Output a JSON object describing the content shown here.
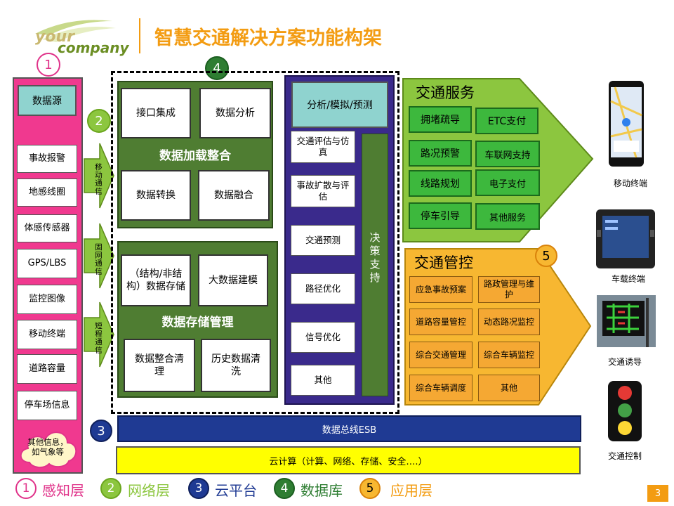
{
  "header": {
    "logo_line1": "your",
    "logo_line2": "company",
    "title": "智慧交通解决方案功能构架"
  },
  "perception": {
    "badge": "1",
    "source": "数据源",
    "items": [
      "事故报警",
      "地感线圈",
      "体感传感器",
      "GPS/LBS",
      "监控图像",
      "移动终端",
      "道路容量",
      "停车场信息"
    ],
    "cloud": "其他信息，如气象等"
  },
  "network": {
    "badge": "2",
    "labels": [
      "移动通信",
      "固网通信",
      "短程通信"
    ]
  },
  "database": {
    "badge": "4",
    "load": {
      "title": "数据加载整合",
      "items": [
        "接口集成",
        "数据分析",
        "数据转换",
        "数据融合"
      ]
    },
    "storage": {
      "title": "数据存储管理",
      "items": [
        "（结构/非结构）数据存储",
        "大数据建模",
        "数据整合清理",
        "历史数据清洗"
      ]
    }
  },
  "analysis": {
    "title": "分析/模拟/预测",
    "items": [
      "交通评估与仿真",
      "事故扩散与评估",
      "交通预测",
      "路径优化",
      "信号优化",
      "其他"
    ],
    "decision": "决策支持"
  },
  "services": {
    "title": "交通服务",
    "items": [
      "拥堵疏导",
      "ETC支付",
      "路况预警",
      "车联网支持",
      "线路规划",
      "电子支付",
      "停车引导",
      "其他服务"
    ]
  },
  "control": {
    "badge": "5",
    "title": "交通管控",
    "items": [
      "应急事故预案",
      "路政管理与维护",
      "道路容量管控",
      "动态路况监控",
      "综合交通管理",
      "综合车辆监控",
      "综合车辆调度",
      "其他"
    ]
  },
  "cloud_platform": {
    "badge": "3",
    "esb": "数据总线ESB",
    "computing": "云计算（计算、网络、存储、安全….）"
  },
  "devices": [
    "移动终端",
    "车载终端",
    "交通诱导",
    "交通控制"
  ],
  "legend": [
    {
      "num": "1",
      "label": "感知层",
      "color": "#e0338a"
    },
    {
      "num": "2",
      "label": "网络层",
      "color": "#8cc63f"
    },
    {
      "num": "3",
      "label": "云平台",
      "color": "#1f3a93"
    },
    {
      "num": "4",
      "label": "数据库",
      "color": "#2e7d32"
    },
    {
      "num": "5",
      "label": "应用层",
      "color": "#f39c12"
    }
  ],
  "page_number": "3"
}
